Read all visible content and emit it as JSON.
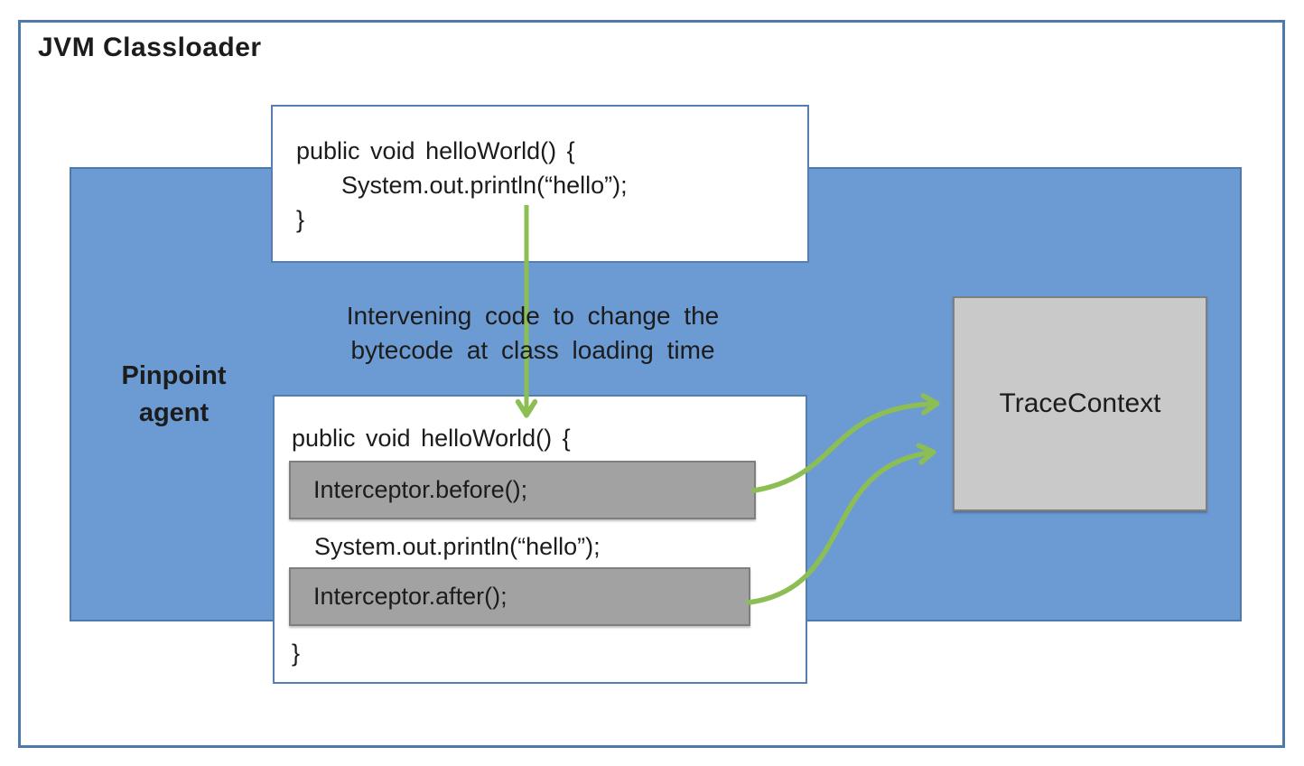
{
  "diagram": {
    "title": "JVM Classloader",
    "agent": {
      "label_line1": "Pinpoint",
      "label_line2": "agent"
    },
    "annotation": {
      "line1": "Intervening code to change the",
      "line2": "bytecode at class loading time"
    },
    "original_code_box": {
      "line_signature": "public void helloWorld() {",
      "line_println": "System.out.println(“hello”);",
      "line_close": "}"
    },
    "instrumented_code_box": {
      "line_signature": "public void helloWorld() {",
      "interceptor_before": "Interceptor.before();",
      "line_println": "System.out.println(“hello”);",
      "interceptor_after": "Interceptor.after();",
      "line_close": "}"
    },
    "trace_context_label": "TraceContext"
  },
  "colors": {
    "agent_fill": "#6B9BD2",
    "frame_border_blue": "#4E79AD",
    "code_box_border": "#557FB0",
    "arrow_green": "#8DBE53",
    "interceptor_fill": "#A2A2A2",
    "interceptor_border": "#7F7F7F",
    "trace_fill": "#C9C9C9",
    "trace_border": "#7F7F7F"
  }
}
